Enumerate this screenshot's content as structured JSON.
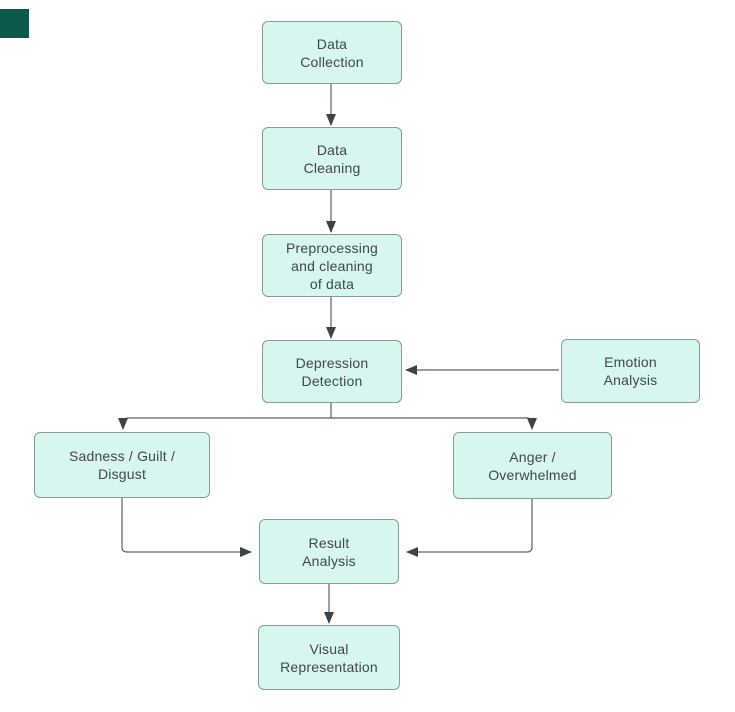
{
  "colors": {
    "background": "#ffffff",
    "node_fill": "#d8f6f0",
    "node_border": "#8a9a96",
    "node_text": "#3f474b",
    "connector": "#5a6468",
    "arrowhead": "#3c4448",
    "corner_square": "#0c5a4b"
  },
  "diagram": {
    "nodes": {
      "data_collection": {
        "label": "Data\nCollection"
      },
      "data_cleaning": {
        "label": "Data\nCleaning"
      },
      "preprocessing": {
        "label": "Preprocessing\nand cleaning\nof data"
      },
      "depression_detection": {
        "label": "Depression\nDetection"
      },
      "emotion_analysis": {
        "label": "Emotion\nAnalysis"
      },
      "sadness_guilt_disgust": {
        "label": "Sadness / Guilt /\nDisgust"
      },
      "anger_overwhelmed": {
        "label": "Anger /\nOverwhelmed"
      },
      "result_analysis": {
        "label": "Result\nAnalysis"
      },
      "visual_representation": {
        "label": "Visual\nRepresentation"
      }
    },
    "edges": [
      {
        "from": "data_collection",
        "to": "data_cleaning"
      },
      {
        "from": "data_cleaning",
        "to": "preprocessing"
      },
      {
        "from": "preprocessing",
        "to": "depression_detection"
      },
      {
        "from": "emotion_analysis",
        "to": "depression_detection"
      },
      {
        "from": "depression_detection",
        "to": "sadness_guilt_disgust"
      },
      {
        "from": "depression_detection",
        "to": "anger_overwhelmed"
      },
      {
        "from": "sadness_guilt_disgust",
        "to": "result_analysis"
      },
      {
        "from": "anger_overwhelmed",
        "to": "result_analysis"
      },
      {
        "from": "result_analysis",
        "to": "visual_representation"
      }
    ]
  }
}
